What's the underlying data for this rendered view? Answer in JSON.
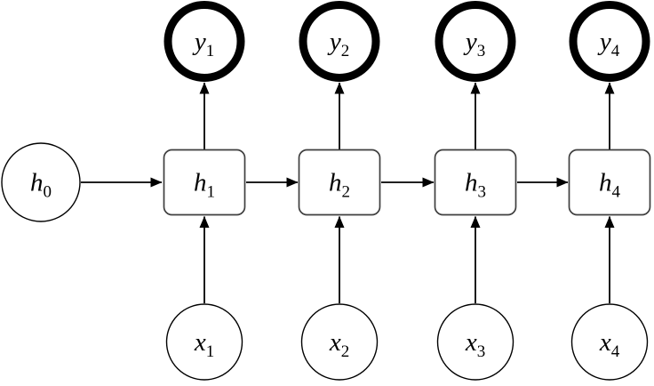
{
  "diagram": {
    "kind": "unrolled recurrent network",
    "colors": {
      "background": "#ffffff",
      "line": "#000000",
      "box_border": "#3f3f3f",
      "node_fill": "#ffffff"
    },
    "nodes": {
      "initial_state": {
        "id": "h0",
        "base": "h",
        "sub": "0",
        "shape": "thin-circle"
      },
      "hidden_states": [
        {
          "id": "h1",
          "base": "h",
          "sub": "1",
          "shape": "rounded-box"
        },
        {
          "id": "h2",
          "base": "h",
          "sub": "2",
          "shape": "rounded-box"
        },
        {
          "id": "h3",
          "base": "h",
          "sub": "3",
          "shape": "rounded-box"
        },
        {
          "id": "h4",
          "base": "h",
          "sub": "4",
          "shape": "rounded-box"
        }
      ],
      "outputs": [
        {
          "id": "y1",
          "base": "y",
          "sub": "1",
          "shape": "thick-ring-circle"
        },
        {
          "id": "y2",
          "base": "y",
          "sub": "2",
          "shape": "thick-ring-circle"
        },
        {
          "id": "y3",
          "base": "y",
          "sub": "3",
          "shape": "thick-ring-circle"
        },
        {
          "id": "y4",
          "base": "y",
          "sub": "4",
          "shape": "thick-ring-circle"
        }
      ],
      "inputs": [
        {
          "id": "x1",
          "base": "x",
          "sub": "1",
          "shape": "thin-circle"
        },
        {
          "id": "x2",
          "base": "x",
          "sub": "2",
          "shape": "thin-circle"
        },
        {
          "id": "x3",
          "base": "x",
          "sub": "3",
          "shape": "thin-circle"
        },
        {
          "id": "x4",
          "base": "x",
          "sub": "4",
          "shape": "thin-circle"
        }
      ]
    },
    "edges": [
      {
        "from": "h0",
        "to": "h1"
      },
      {
        "from": "h1",
        "to": "h2"
      },
      {
        "from": "h2",
        "to": "h3"
      },
      {
        "from": "h3",
        "to": "h4"
      },
      {
        "from": "x1",
        "to": "h1"
      },
      {
        "from": "x2",
        "to": "h2"
      },
      {
        "from": "x3",
        "to": "h3"
      },
      {
        "from": "x4",
        "to": "h4"
      },
      {
        "from": "h1",
        "to": "y1"
      },
      {
        "from": "h2",
        "to": "y2"
      },
      {
        "from": "h3",
        "to": "y3"
      },
      {
        "from": "h4",
        "to": "y4"
      }
    ]
  }
}
